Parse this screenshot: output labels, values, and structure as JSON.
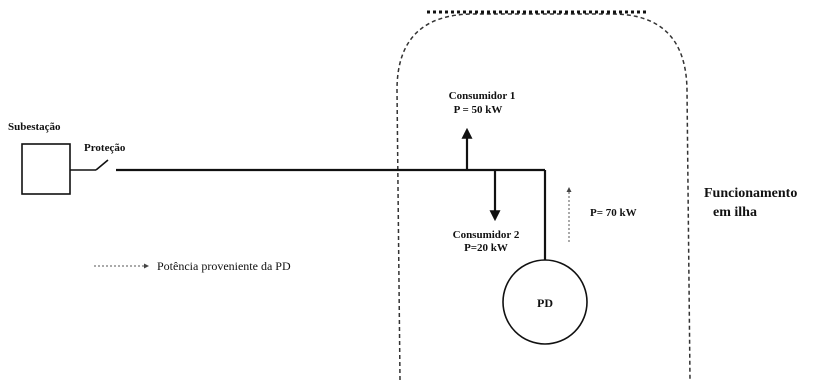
{
  "labels": {
    "substation": "Subestação",
    "protection": "Proteção",
    "consumer1_name": "Consumidor 1",
    "consumer1_power": "P = 50 kW",
    "consumer2_name": "Consumidor 2",
    "consumer2_power": "P=20 kW",
    "dg_power": "P= 70 kW",
    "dg": "PD",
    "island_line1": "Funcionamento",
    "island_line2": "em ilha",
    "legend": "Potência proveniente da PD"
  },
  "colors": {
    "line": "#111111",
    "dashed": "#333333",
    "dotted": "#666666"
  }
}
